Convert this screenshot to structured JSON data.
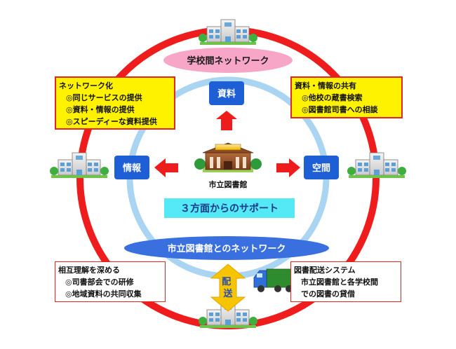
{
  "center": {
    "label": "市立図書館"
  },
  "top_ellipse": "学校間ネットワーク",
  "bottom_ellipse": "市立図書館とのネットワーク",
  "support_banner": "３方面からのサポート",
  "nodes": {
    "top": "資料",
    "left": "情報",
    "right": "空間"
  },
  "delivery": "配送",
  "boxes": {
    "top_left": {
      "title": "ネットワーク化",
      "items": [
        "◎同じサービスの提供",
        "◎資料・情報の提供",
        "◎スピーディーな資料提供"
      ]
    },
    "top_right": {
      "title": "資料・情報の共有",
      "items": [
        "◎他校の蔵書検索",
        "◎図書館司書への相談"
      ]
    },
    "bottom_left": {
      "title": "相互理解を深める",
      "items": [
        "◎司書部会での研修",
        "◎地域資料の共同収集"
      ]
    },
    "bottom_right": {
      "title": "図書配送システム",
      "items": [
        "市立図書館と各学校間",
        "での図書の貸借"
      ]
    }
  },
  "colors": {
    "outer_ring": "#ee1c1c",
    "inner_ring": "#a9d4f2",
    "node_blue": "#1f5fd6",
    "arrow_red": "#ee1c1c",
    "top_ellipse": "#f7a6c8",
    "bottom_ellipse": "#3a6fe0",
    "banner": "#55e8f5",
    "box_yellow": "#fff200",
    "box_border": "#e5261f"
  }
}
